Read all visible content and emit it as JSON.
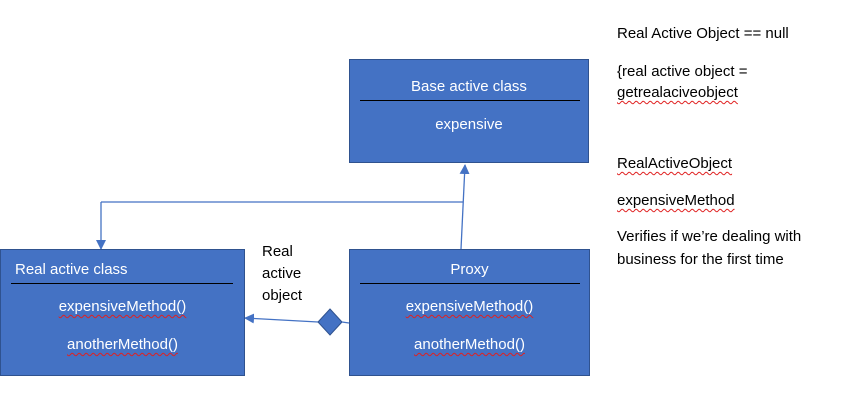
{
  "notes": {
    "line1": "Real Active Object == null",
    "line2a": "{real active object =",
    "line2b": "getrealaciveobject",
    "line3": "RealActiveObject",
    "line4": "expensiveMethod",
    "line5a": "Verifies if we’re dealing with",
    "line5b": "business for the first time"
  },
  "base_class": {
    "title": "Base active class",
    "member": "expensive"
  },
  "real_class": {
    "title": "Real active class",
    "method1": "expensiveMethod()",
    "method2": "anotherMethod()"
  },
  "proxy": {
    "title": "Proxy",
    "method1": "expensiveMethod()",
    "method2": "anotherMethod()"
  },
  "association_label": {
    "line1": "Real",
    "line2": "active",
    "line3": "object"
  },
  "colors": {
    "box_fill": "#4472c4",
    "box_border": "#2f528f",
    "connector": "#4472c4",
    "spellcheck": "#e02020"
  }
}
